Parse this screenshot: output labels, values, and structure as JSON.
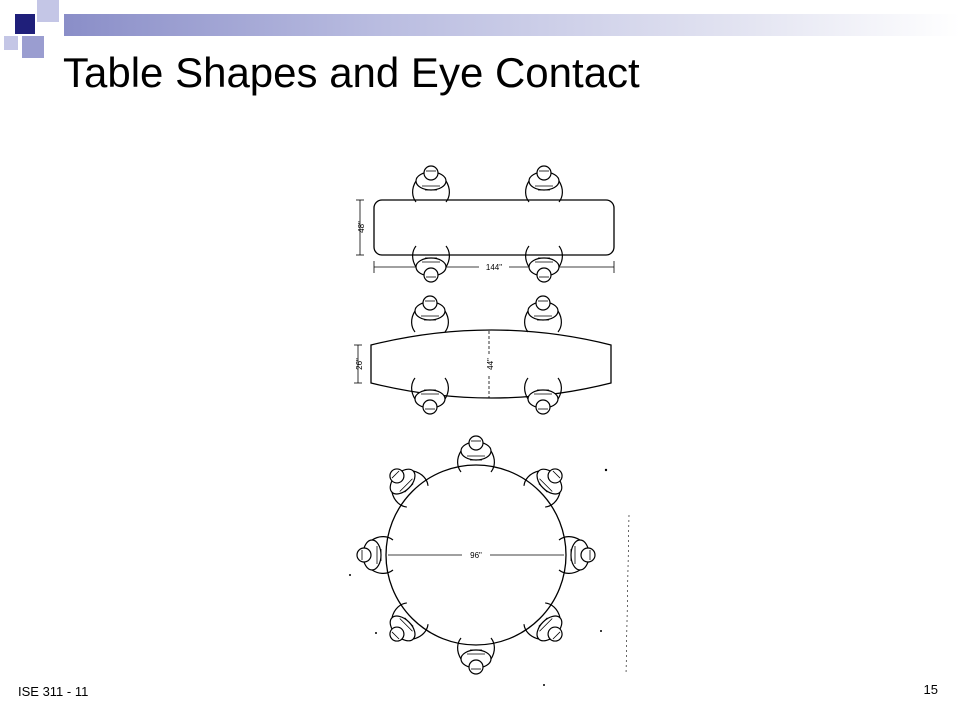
{
  "slide": {
    "title": "Table Shapes and Eye Contact",
    "footer_left": "ISE 311 - 11",
    "page_number": "15"
  },
  "figure": {
    "rect_table": {
      "width_label": "144\"",
      "depth_label": "48\""
    },
    "boat_table": {
      "end_label": "26\"",
      "middle_label": "44\""
    },
    "round_table": {
      "diameter_label": "96\""
    }
  },
  "colors": {
    "accent_dark": "#1f1f7a",
    "accent_light": "#9a9dd0",
    "ink": "#000000"
  }
}
